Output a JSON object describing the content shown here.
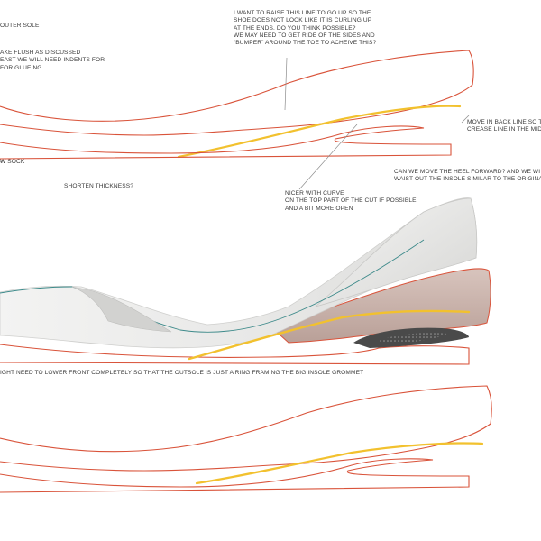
{
  "colors": {
    "outline": "#d9533a",
    "crease": "#f2c12e",
    "leader": "#8c8c8c",
    "text": "#3a3a3a",
    "shoe_upper": "#ececeb",
    "shoe_shadow": "#cfcfcd",
    "sole_band": "#c9b2aa",
    "sole_band_dark": "#b39a92",
    "cutout": "#4a4a4a",
    "insole_edge": "#3d8a8a"
  },
  "notes": {
    "outer_sole": {
      "lines": [
        "OUTER SOLE"
      ]
    },
    "flush": {
      "lines": [
        "AKE FLUSH AS DISCUSSED",
        "EAST WE WILL NEED INDENTS FOR",
        "FOR GLUEING"
      ]
    },
    "raise_line": {
      "lines": [
        "I WANT TO RAISE THIS LINE TO GO UP SO THE",
        "SHOE DOES NOT LOOK LIKE IT IS CURLING UP",
        "AT THE ENDS. DO YOU THINK POSSIBLE?",
        "WE MAY NEED TO GET RIDE OF THE SIDES AND",
        "“BUMPER” AROUND THE TOE TO ACHEIVE THIS?"
      ]
    },
    "back_line": {
      "lines": [
        "MOVE IN BACK LINE SO T",
        "CREASE LINE IN THE MIDD"
      ]
    },
    "sock": {
      "lines": [
        "W SOCK"
      ]
    },
    "heel": {
      "lines": [
        "CAN WE MOVE THE HEEL FORWARD? AND WE WI",
        "WAIST OUT THE INSOLE SIMILAR TO THE ORIGINA"
      ]
    },
    "thickness": {
      "lines": [
        "SHORTEN THICKNESS?"
      ]
    },
    "curve": {
      "lines": [
        "NICER WITH CURVE",
        "ON THE TOP PART OF THE CUT IF POSSIBLE",
        "AND A BIT MORE OPEN"
      ]
    },
    "lower_front": {
      "lines": [
        "IGHT NEED TO LOWER FRONT COMPLETELY SO THAT THE OUTSOLE IS JUST A RING FRAMING THE BIG INSOLE GROMMET"
      ]
    }
  }
}
